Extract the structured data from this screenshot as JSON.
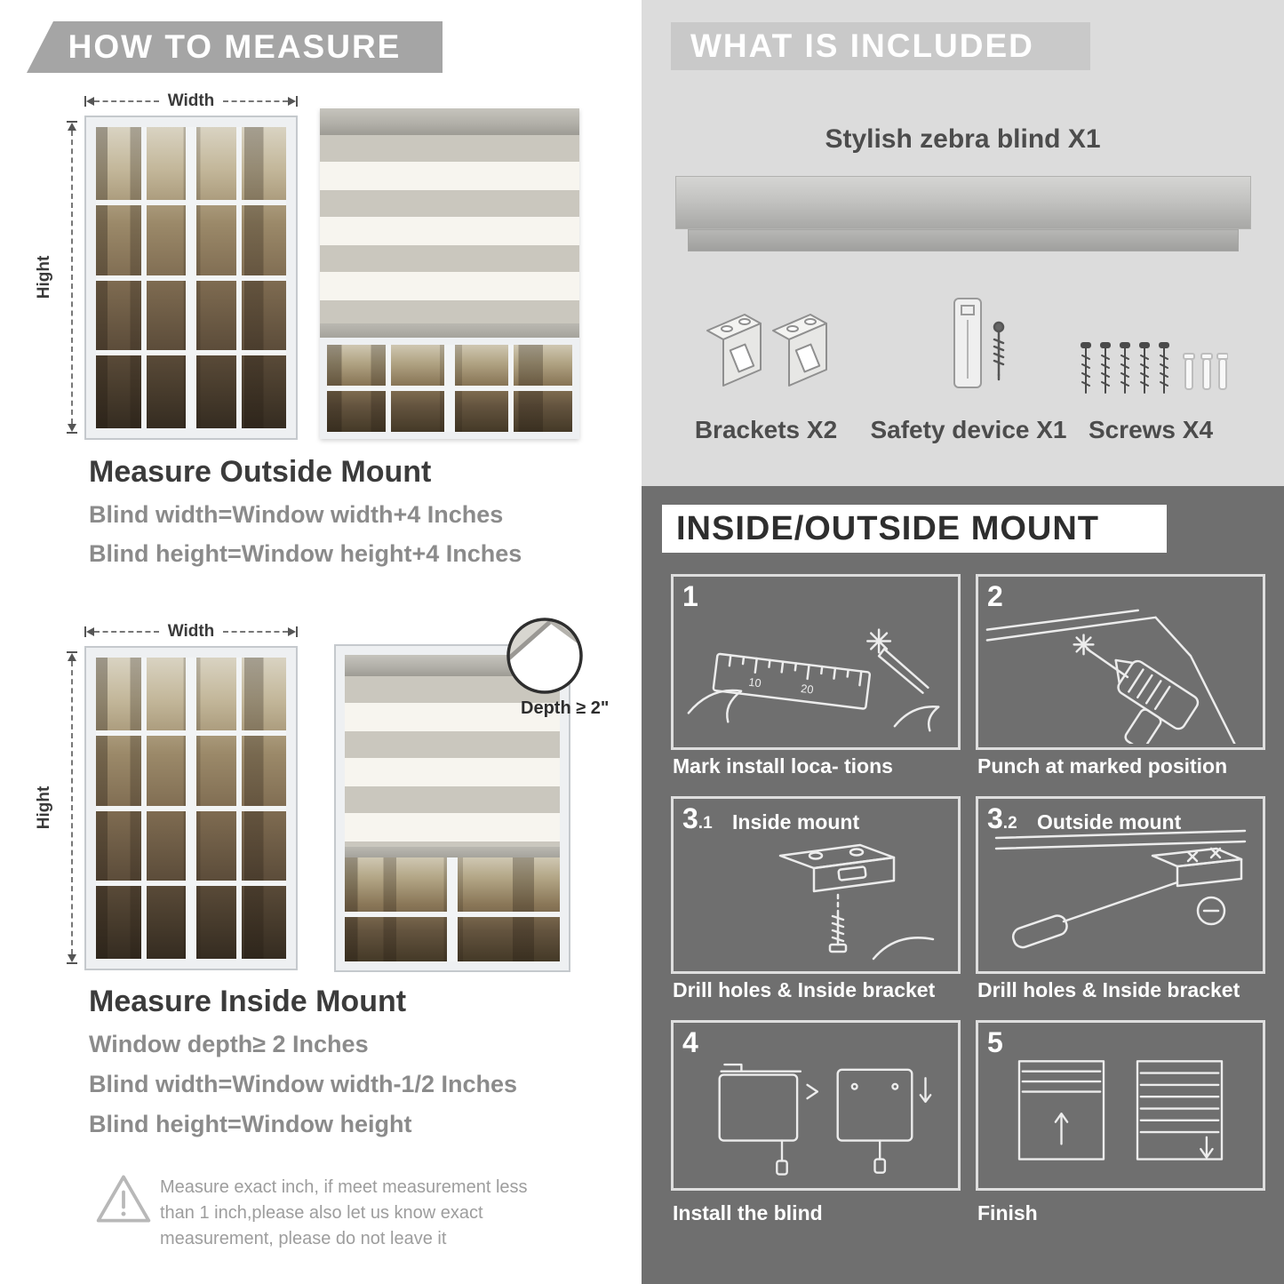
{
  "measure": {
    "header": "HOW TO MEASURE",
    "width_label": "Width",
    "height_label": "Hight",
    "outside": {
      "title": "Measure Outside Mount",
      "lines": [
        "Blind width=Window width+4 Inches",
        "Blind height=Window height+4 Inches"
      ]
    },
    "inside": {
      "depth_callout": "Depth ≥ 2\"",
      "title": "Measure Inside Mount",
      "lines": [
        "Window depth≥ 2 Inches",
        "Blind width=Window width-1/2 Inches",
        "Blind height=Window height"
      ]
    },
    "note_exclaim": "!",
    "note": "Measure exact inch, if meet measurement less than 1 inch,please also let us know exact measurement, please do not leave it"
  },
  "included": {
    "header": "WHAT IS INCLUDED",
    "product_label": "Stylish zebra blind X1",
    "items": [
      {
        "label": "Brackets X2"
      },
      {
        "label": "Safety device X1"
      },
      {
        "label": "Screws X4"
      }
    ]
  },
  "mount": {
    "header": "INSIDE/OUTSIDE MOUNT",
    "steps": [
      {
        "num": "1",
        "sub": "",
        "title": "",
        "caption": "Mark install loca- tions"
      },
      {
        "num": "2",
        "sub": "",
        "title": "",
        "caption": "Punch at  marked position"
      },
      {
        "num": "3",
        "sub": ".1",
        "title": "Inside mount",
        "caption": "Drill holes &  Inside bracket"
      },
      {
        "num": "3",
        "sub": ".2",
        "title": "Outside mount",
        "caption": "Drill holes &  Inside bracket"
      },
      {
        "num": "4",
        "sub": "",
        "title": "",
        "caption": "Install the blind"
      },
      {
        "num": "5",
        "sub": "",
        "title": "",
        "caption": "Finish"
      }
    ]
  },
  "colors": {
    "banner_gray": "#a5a5a5",
    "included_bg": "#dcdcdc",
    "mount_bg": "#6f6f6f",
    "stripe_gray": "#cac7be"
  }
}
